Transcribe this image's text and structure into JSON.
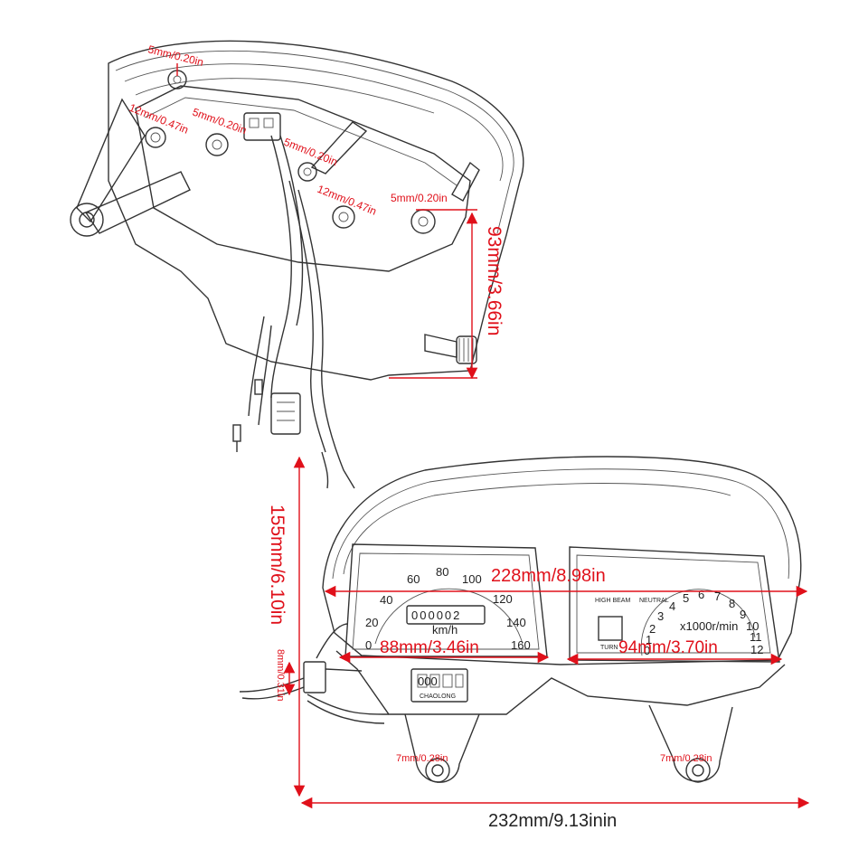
{
  "colors": {
    "dimension": "#e0101a",
    "sketch": "#333333",
    "background": "#ffffff"
  },
  "top_view": {
    "labels": {
      "bolt_a": "5mm/0.20in",
      "bolt_b": "12mm/0.47in",
      "bolt_c": "5mm/0.20in",
      "bolt_d": "5mm/0.20in",
      "bolt_e": "12mm/0.47in",
      "bolt_f": "5mm/0.20in",
      "height": "93mm/3.66in"
    }
  },
  "front_view": {
    "labels": {
      "height": "155mm/6.10in",
      "total_width": "228mm/8.98in",
      "speedo_width": "88mm/3.46in",
      "tacho_width": "94mm/3.70in",
      "connector": "8mm/0.31in",
      "mount_left": "7mm/0.28in",
      "mount_right": "7mm/0.28in",
      "bottom_width": "232mm/9.13inin"
    },
    "speedometer": {
      "scale": [
        "0",
        "20",
        "40",
        "60",
        "80",
        "100",
        "120",
        "140",
        "160"
      ],
      "odometer": "000002",
      "unit": "km/h",
      "trip": "000",
      "brand": "CHAOLONG"
    },
    "tachometer": {
      "scale": [
        "0",
        "1",
        "2",
        "3",
        "4",
        "5",
        "6",
        "7",
        "8",
        "9",
        "10",
        "11",
        "12"
      ],
      "unit": "x1000r/min",
      "high_beam": "HIGH BEAM",
      "neutral": "NEUTRAL",
      "turn": "TURN"
    }
  }
}
